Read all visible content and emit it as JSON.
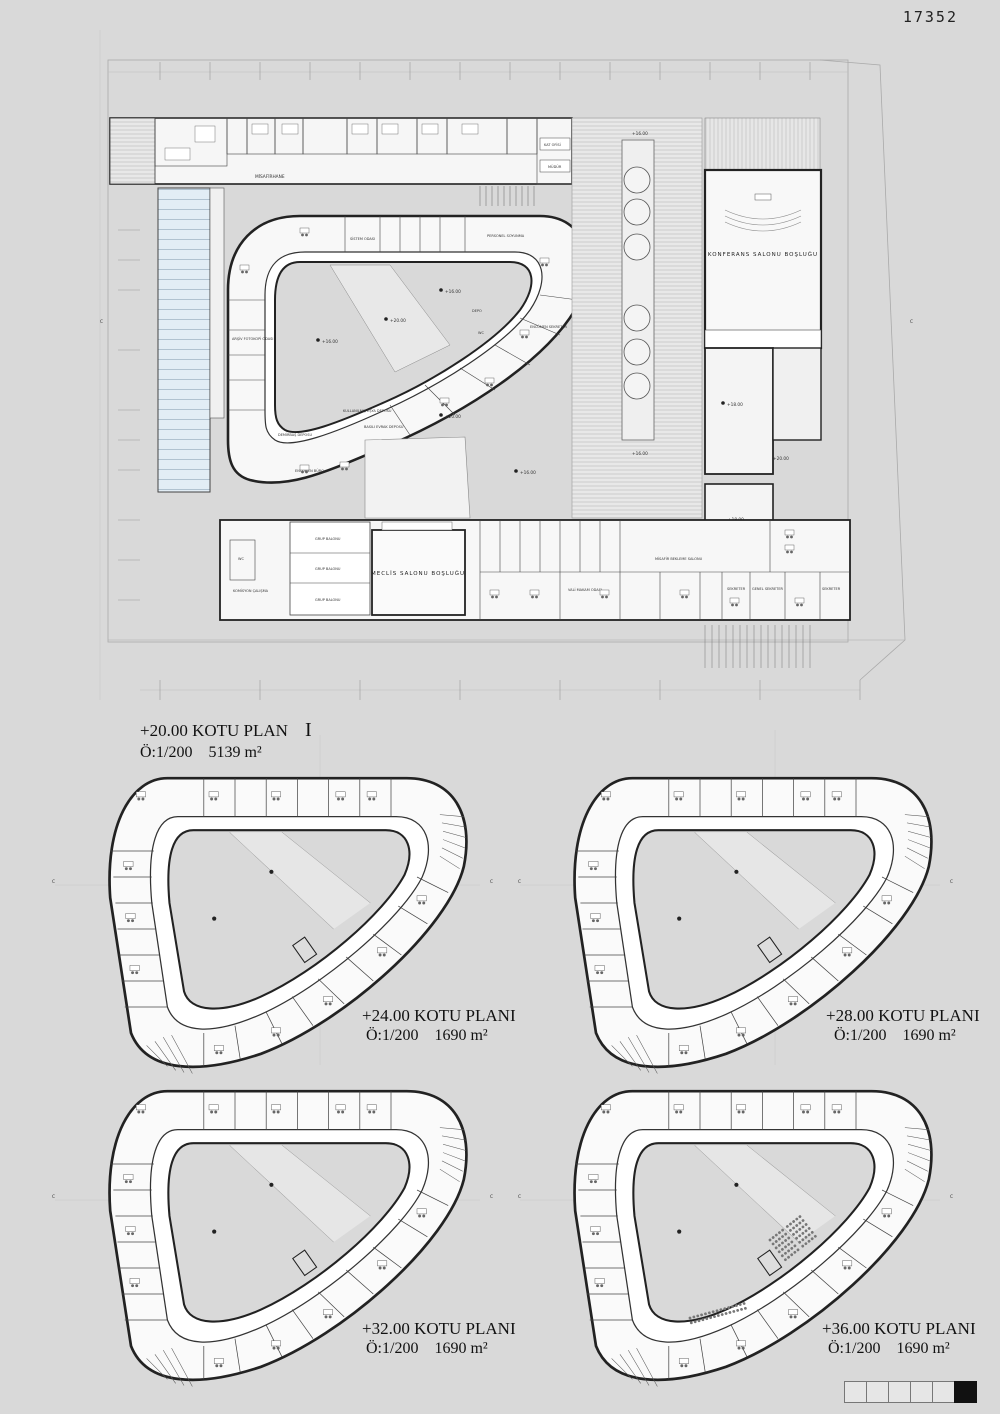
{
  "sheet_number": "17352",
  "plans": [
    {
      "title": "+20.00 KOTU PLAN",
      "marker": "I",
      "scale": "Ö:1/200",
      "area": "5139 m²"
    },
    {
      "title": "+24.00 KOTU PLANI",
      "scale": "Ö:1/200",
      "area": "1690 m²"
    },
    {
      "title": "+28.00 KOTU PLANI",
      "scale": "Ö:1/200",
      "area": "1690 m²"
    },
    {
      "title": "+32.00 KOTU PLANI",
      "scale": "Ö:1/200",
      "area": "1690 m²"
    },
    {
      "title": "+36.00 KOTU PLANI",
      "scale": "Ö:1/200",
      "area": "1690 m²"
    }
  ],
  "main_plan": {
    "wings": {
      "guest": "MİSAFİRHANE",
      "conference": "KONFERANS SALONU BOŞLUĞU",
      "assembly": "MECLİS SALONU BOŞLUĞU"
    },
    "levels": [
      "+16.00",
      "+18.00",
      "+20.00"
    ],
    "rooms": {
      "kat_ofisi": "KAT OFİSİ",
      "mudur": "MÜDÜR",
      "personel": "PERSONEL SOYUNMA",
      "sistem": "SİSTEM ODASI",
      "depo": "DEPO",
      "arsiv": "ARŞİV FOTOKOPİ ODASI",
      "demirbas": "DEMİRBAŞ DEPOSU",
      "kullanilmis": "KULLANILMIŞ EŞYA DEPOSU",
      "basili": "BASILI EVRAK DEPOSU",
      "encumen": "ENCÜMEN SEKRETER",
      "encumen_b": "ENCÜMEN BÜRO",
      "grup": "GRUP BALONU",
      "komisyon": "KOMİSYON ÇALIŞMA",
      "makam": "VALİ MAKAM ODASI",
      "sekreter": "SEKRETER",
      "genel_sek": "GENEL SEKRETER",
      "misafir": "MİSAFİR BEKLEME SALONU",
      "wc": "WC"
    }
  },
  "legend_cells": 6,
  "legend_active": 5
}
